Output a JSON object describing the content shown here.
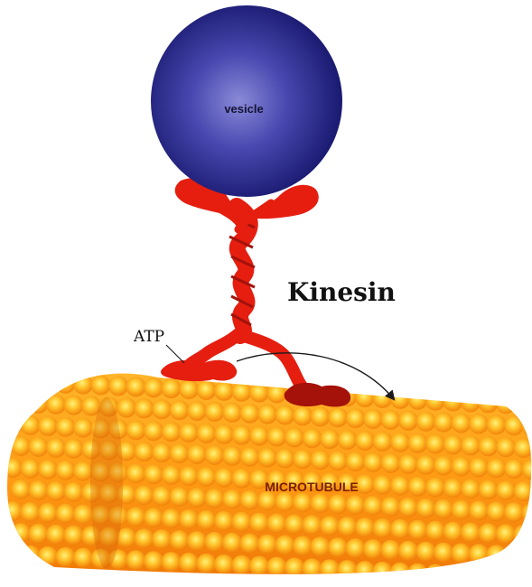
{
  "labels": {
    "vesicle": "vesicle",
    "kinesin": "Kinesin",
    "atp": "ATP",
    "microtubule": "MICROTUBULE"
  },
  "colors": {
    "vesicle_core": "#6a6ac8",
    "vesicle_edge": "#16166a",
    "kinesin_red": "#e51e10",
    "kinesin_dark": "#a4120a",
    "microtubule_light": "#ffe460",
    "microtubule_mid": "#ffab18",
    "microtubule_dark": "#e67008",
    "arrow": "#1a1a1a"
  },
  "icons": {
    "vesicle": "sphere-shape",
    "kinesin": "coiled-protein-shape",
    "microtubule": "tube-shape",
    "arrow": "curved-arrow-icon"
  }
}
